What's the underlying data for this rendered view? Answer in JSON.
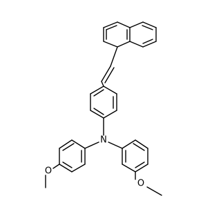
{
  "molecule": {
    "atoms": {
      "nitrogen": "N",
      "oxygen_left": "O",
      "oxygen_right": "O"
    }
  },
  "colors": {
    "background": "#ffffff",
    "bond": "#000000",
    "label": "#000000"
  }
}
